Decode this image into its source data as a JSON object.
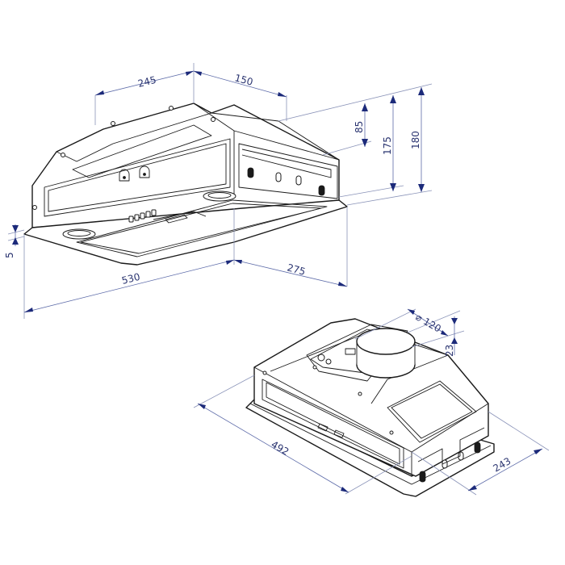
{
  "drawing": {
    "units": "mm",
    "colors": {
      "dimension_text": "#2a3470",
      "dimension_arrow": "#1c2a7a",
      "extension_line": "#8a93b8",
      "outline": "#1a1a1a"
    },
    "view_top": {
      "description": "Built-in cooker hood, front/underside isometric view",
      "dimensions": {
        "body_depth_left": "245",
        "body_depth_right": "150",
        "top_height_85": "85",
        "height_175": "175",
        "height_180": "180",
        "panel_thickness": "5",
        "overall_width": "530",
        "overall_depth": "275"
      }
    },
    "view_bottom": {
      "description": "Built-in cooker hood, top rear isometric view with outlet collar",
      "dimensions": {
        "outlet_diameter": "⌀ 120",
        "collar_height": "23",
        "body_width": "492",
        "body_depth": "243"
      }
    }
  }
}
